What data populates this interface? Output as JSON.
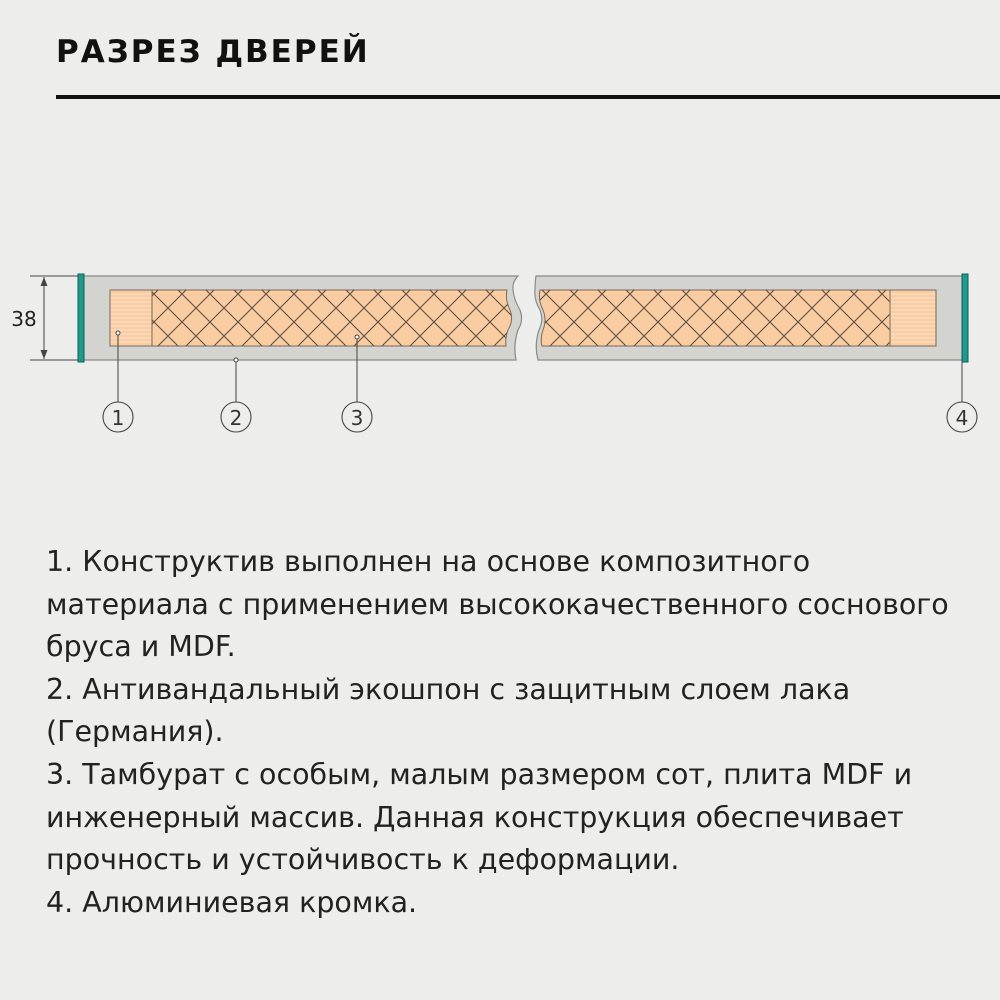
{
  "title": "РАЗРЕЗ ДВЕРЕЙ",
  "dimension": {
    "value": "38"
  },
  "callouts": [
    "1",
    "2",
    "3",
    "4"
  ],
  "colors": {
    "background": "#ededeb",
    "shell": "#d3d3cf",
    "shell_stroke": "#8a8a86",
    "core": "#f9cca1",
    "core_stroke": "#7a6a5a",
    "hatch": "#5c5044",
    "edge": "#1f9a8c",
    "text": "#222222"
  },
  "notes": [
    "1. Конструктив выполнен на основе композитного материала с применением высококачественного соснового бруса и MDF.",
    "2. Антивандальный экошпон с защитным слоем лака (Германия).",
    "3. Тамбурат с особым, малым размером сот, плита MDF и инженерный массив. Данная конструкция обеспечивает прочность и устойчивость к деформации.",
    "4. Алюминиевая кромка."
  ]
}
